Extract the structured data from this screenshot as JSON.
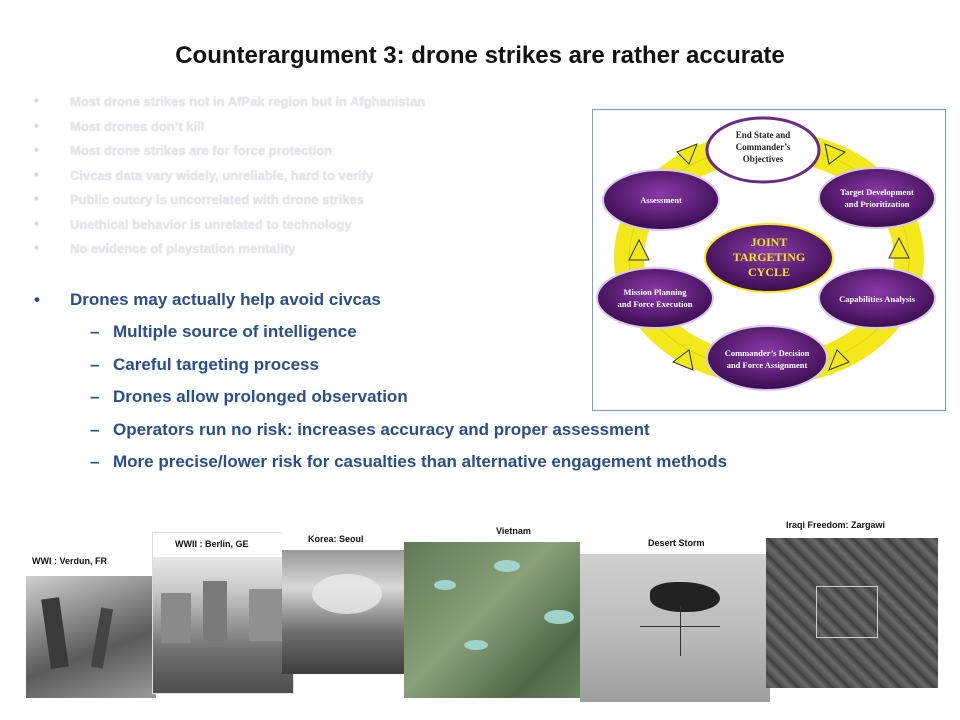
{
  "slide": {
    "title": "Counterargument 3: drone strikes are rather accurate",
    "faded_bullets": [
      "Most drone strikes not in AfPak region but in Afghanistan",
      "Most drones don’t kill",
      "Most drone strikes are for force protection",
      "Civcas data vary widely, unreliable, hard to verify",
      "Public outcry is uncorrelated with drone strikes",
      "Unethical behavior is unrelated to technology",
      "No evidence of playstation mentality"
    ],
    "main_bullet": "Drones may actually help avoid civcas",
    "sub_bullets": [
      "Multiple source of intelligence",
      "Careful targeting process",
      "Drones allow prolonged observation",
      "Operators run no risk: increases accuracy and proper assessment",
      "More precise/lower risk for casualties than alternative engagement methods"
    ],
    "dash": "–"
  },
  "diagram": {
    "center": [
      "JOINT",
      "TARGETING",
      "CYCLE"
    ],
    "nodes": [
      {
        "lines": [
          "End State and",
          "Commander’s",
          "Objectives"
        ]
      },
      {
        "lines": [
          "Target Development",
          "and Prioritization"
        ]
      },
      {
        "lines": [
          "Capabilities Analysis"
        ]
      },
      {
        "lines": [
          "Commander’s Decision",
          "and Force Assignment"
        ]
      },
      {
        "lines": [
          "Mission Planning",
          "and Force Execution"
        ]
      },
      {
        "lines": [
          "Assessment"
        ]
      }
    ],
    "colors": {
      "ring": "#f2e81a",
      "node": "#4a1460",
      "node_light": "#8a3aa8",
      "top_node": "#ffffff",
      "center_text": "#f2e81a"
    }
  },
  "photos": [
    {
      "label": "WWI : Verdun, FR"
    },
    {
      "label": "WWII : Berlin, GE"
    },
    {
      "label": "Korea: Seoul"
    },
    {
      "label": "Vietnam"
    },
    {
      "label": "Desert Storm"
    },
    {
      "label": "Iraqi Freedom: Zargawi"
    }
  ]
}
